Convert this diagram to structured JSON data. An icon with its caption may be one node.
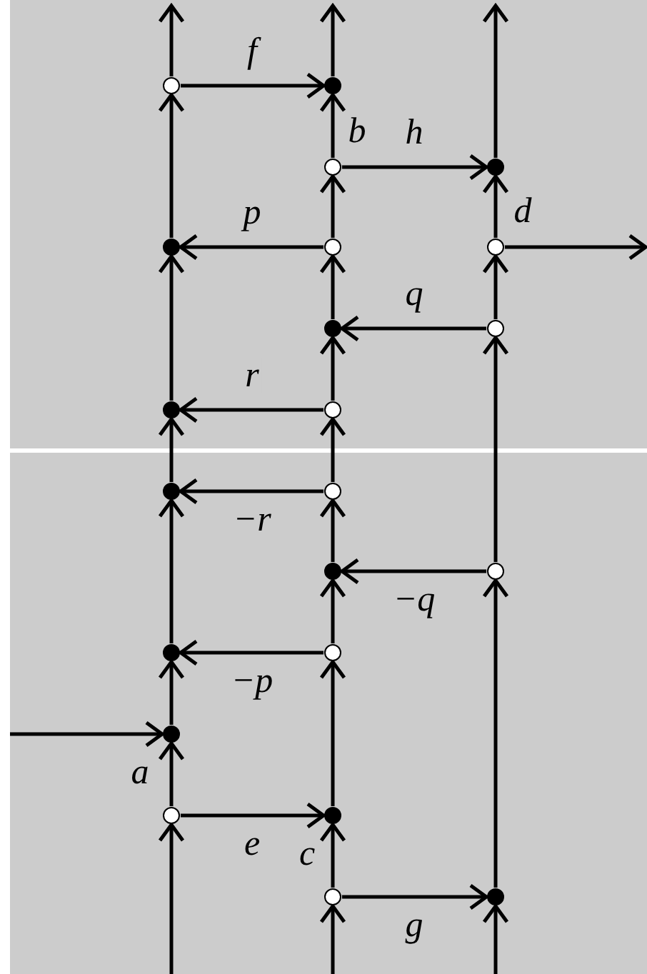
{
  "diagram": {
    "nodes": [
      {
        "text": [],
        "shape": "circle"
      },
      {
        "text": [],
        "shape": "dot"
      },
      {
        "text": [],
        "shape": "circle"
      },
      {
        "text": [],
        "shape": "dot"
      },
      {
        "text": [],
        "shape": "dot"
      },
      {
        "text": [],
        "shape": "circle"
      },
      {
        "text": [],
        "shape": "circle"
      },
      {
        "text": [],
        "shape": "dot"
      },
      {
        "text": [],
        "shape": "circle"
      },
      {
        "text": [],
        "shape": "dot"
      },
      {
        "text": [],
        "shape": "circle"
      },
      {
        "text": [],
        "shape": "dot"
      },
      {
        "text": [],
        "shape": "circle"
      },
      {
        "text": [],
        "shape": "dot"
      },
      {
        "text": [],
        "shape": "circle"
      },
      {
        "text": [],
        "shape": "dot"
      },
      {
        "text": [],
        "shape": "circle"
      },
      {
        "text": [],
        "shape": "dot"
      },
      {
        "text": [],
        "shape": "circle"
      },
      {
        "text": [],
        "shape": "dot"
      },
      {
        "text": [],
        "shape": "circle"
      },
      {
        "text": [],
        "shape": "dot"
      }
    ],
    "edges": [
      {
        "from": 0,
        "to": 1,
        "arrow": "to",
        "label": "f"
      },
      {
        "from": 2,
        "to": 3,
        "arrow": "to",
        "label": "h"
      },
      {
        "from": 5,
        "to": 4,
        "arrow": "to",
        "label": "p"
      },
      {
        "from": 6,
        "to": null,
        "arrow": "to"
      },
      {
        "from": 8,
        "to": 7,
        "arrow": "to",
        "label": "q"
      },
      {
        "from": 10,
        "to": 9,
        "arrow": "to",
        "label": "r"
      },
      {
        "from": 12,
        "to": 11,
        "arrow": "to",
        "label": "−r"
      },
      {
        "from": 14,
        "to": 13,
        "arrow": "to",
        "label": "−q"
      },
      {
        "from": 16,
        "to": 15,
        "arrow": "to",
        "label": "−p"
      },
      {
        "from": null,
        "to": 17,
        "arrow": "to"
      },
      {
        "from": 18,
        "to": 19,
        "arrow": "to",
        "label": "e"
      },
      {
        "from": 20,
        "to": 21,
        "arrow": "to",
        "label": "g"
      },
      {
        "from": null,
        "to": 18,
        "arrow": "to"
      },
      {
        "from": 18,
        "to": 17,
        "arrow": "to"
      },
      {
        "from": 17,
        "to": 15,
        "arrow": "to"
      },
      {
        "from": 15,
        "to": 11,
        "arrow": "to"
      },
      {
        "from": 11,
        "to": 9,
        "arrow": "to"
      },
      {
        "from": 9,
        "to": 4,
        "arrow": "to"
      },
      {
        "from": 4,
        "to": 0,
        "arrow": "to"
      },
      {
        "from": 0,
        "to": null,
        "arrow": "to"
      },
      {
        "from": null,
        "to": 20,
        "arrow": "to"
      },
      {
        "from": 20,
        "to": 19,
        "arrow": "to"
      },
      {
        "from": 19,
        "to": 16,
        "arrow": "to"
      },
      {
        "from": 16,
        "to": 13,
        "arrow": "to"
      },
      {
        "from": 13,
        "to": 12,
        "arrow": "to"
      },
      {
        "from": 12,
        "to": 10,
        "arrow": "to"
      },
      {
        "from": 10,
        "to": 7,
        "arrow": "to"
      },
      {
        "from": 7,
        "to": 5,
        "arrow": "to"
      },
      {
        "from": 5,
        "to": 2,
        "arrow": "to"
      },
      {
        "from": 2,
        "to": 1,
        "arrow": "to"
      },
      {
        "from": 1,
        "to": null,
        "arrow": "to"
      },
      {
        "from": null,
        "to": 21,
        "arrow": "to"
      },
      {
        "from": 21,
        "to": 14,
        "arrow": "to"
      },
      {
        "from": 14,
        "to": 8,
        "arrow": "to"
      },
      {
        "from": 8,
        "to": 6,
        "arrow": "to"
      },
      {
        "from": 6,
        "to": 3,
        "arrow": "to"
      },
      {
        "from": 3,
        "to": null,
        "arrow": "to"
      }
    ],
    "labels": [
      "b",
      "d",
      "a",
      "c"
    ]
  }
}
